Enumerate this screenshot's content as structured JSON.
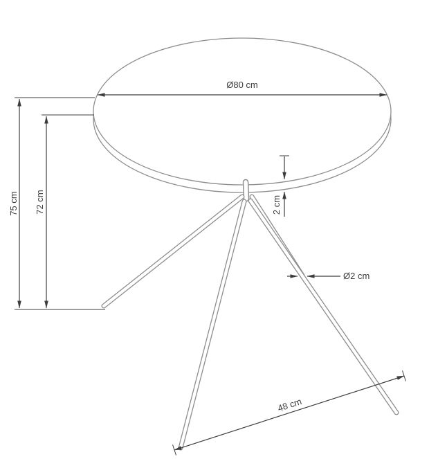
{
  "diagram": {
    "subject": "round-table-dimension-drawing",
    "dimensions": {
      "top_diameter": "Ø80 cm",
      "height_total": "75 cm",
      "height_underside": "72 cm",
      "top_thickness": "2 cm",
      "leg_diameter": "Ø2 cm",
      "leg_spread": "48 cm"
    },
    "colors": {
      "background": "#ffffff",
      "furniture_line": "#8d8d8d",
      "dimension_line": "#3d3d3d",
      "text": "#3d3d3d"
    }
  }
}
